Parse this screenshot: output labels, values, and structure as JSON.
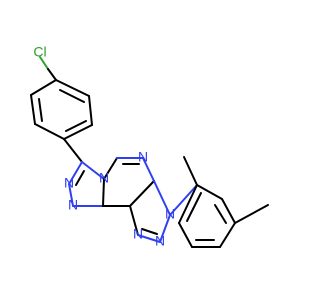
{
  "atoms": [
    {
      "element": "Cl",
      "color": "#2ea02e"
    },
    {
      "element": "N",
      "color": "#3040f0"
    },
    {
      "element": "N",
      "color": "#3040f0"
    },
    {
      "element": "N",
      "color": "#3040f0"
    },
    {
      "element": "N",
      "color": "#3040f0"
    },
    {
      "element": "N",
      "color": "#3040f0"
    },
    {
      "element": "N",
      "color": "#3040f0"
    },
    {
      "element": "N",
      "color": "#3040f0"
    }
  ]
}
